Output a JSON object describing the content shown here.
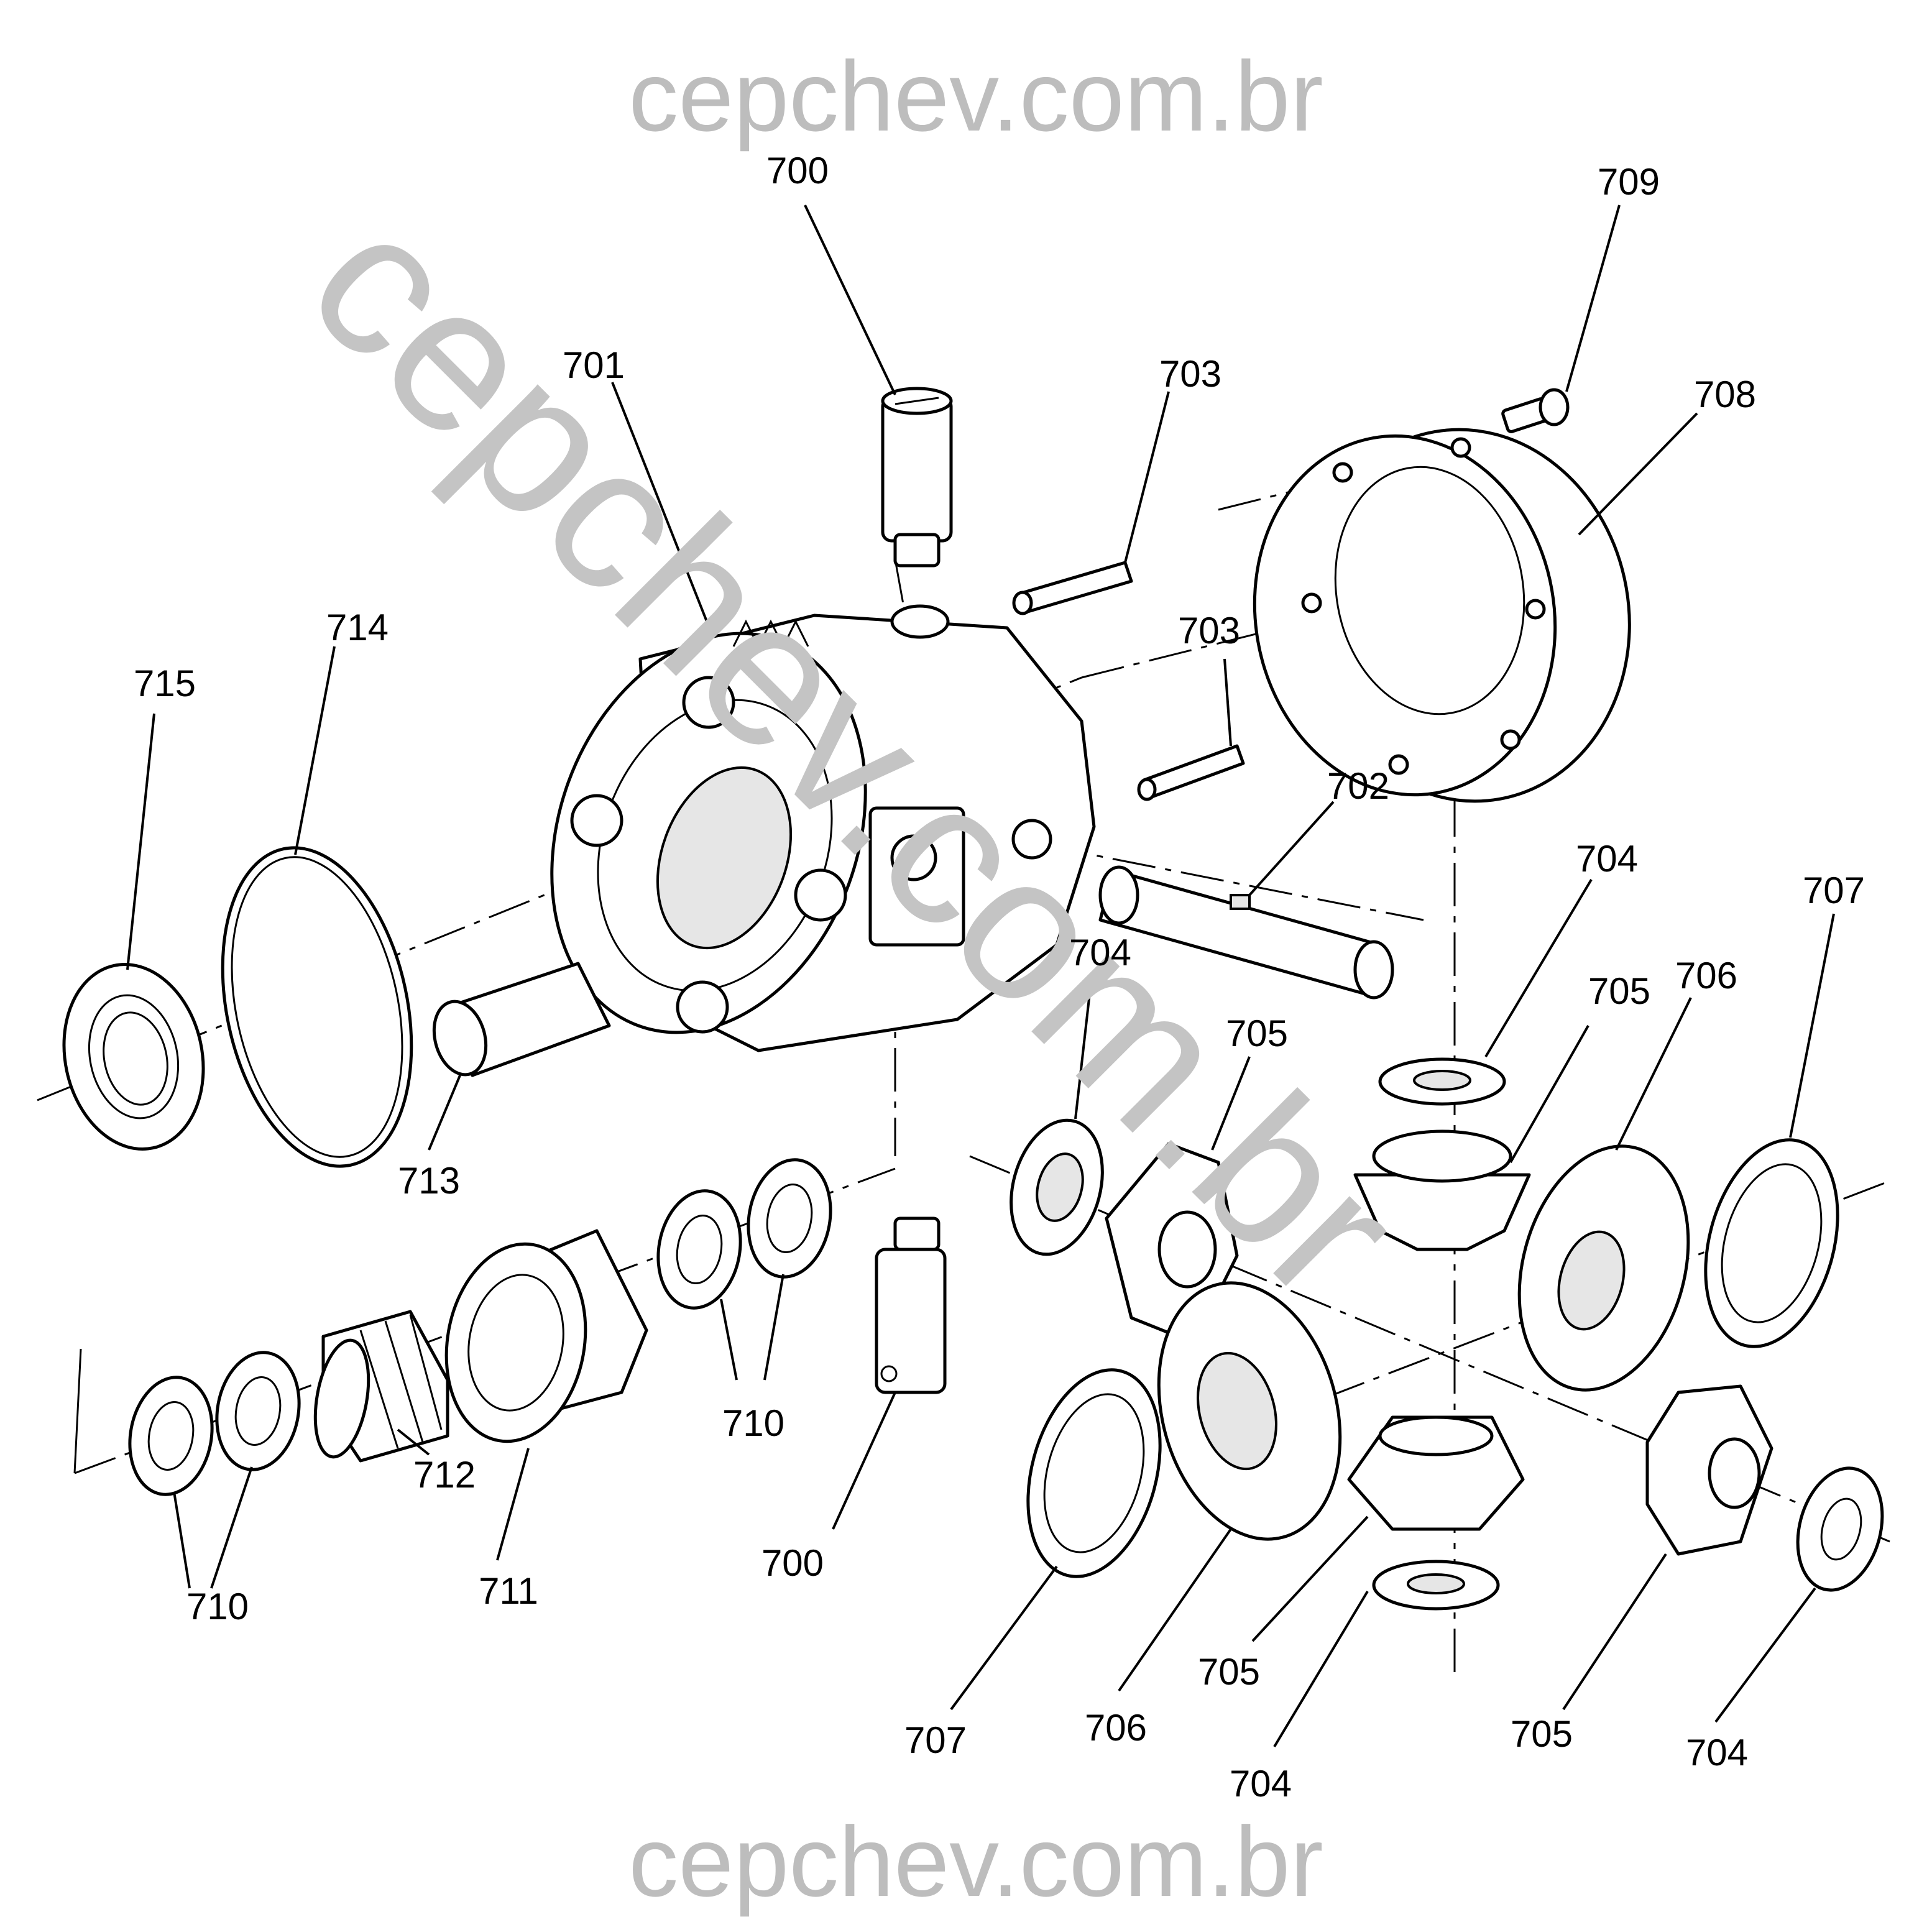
{
  "watermark": {
    "top": "cepchev.com.br",
    "bottom": "cepchev.com.br",
    "diagonal": "cepchev.com.br"
  },
  "callouts": [
    {
      "id": "c700a",
      "text": "700"
    },
    {
      "id": "c701",
      "text": "701"
    },
    {
      "id": "c703a",
      "text": "703"
    },
    {
      "id": "c703b",
      "text": "703"
    },
    {
      "id": "c709",
      "text": "709"
    },
    {
      "id": "c708",
      "text": "708"
    },
    {
      "id": "c714",
      "text": "714"
    },
    {
      "id": "c715",
      "text": "715"
    },
    {
      "id": "c702",
      "text": "702"
    },
    {
      "id": "c704a",
      "text": "704"
    },
    {
      "id": "c704b",
      "text": "704"
    },
    {
      "id": "c707a",
      "text": "707"
    },
    {
      "id": "c705a",
      "text": "705"
    },
    {
      "id": "c705b",
      "text": "705"
    },
    {
      "id": "c706a",
      "text": "706"
    },
    {
      "id": "c713",
      "text": "713"
    },
    {
      "id": "c710a",
      "text": "710"
    },
    {
      "id": "c710b",
      "text": "710"
    },
    {
      "id": "c712",
      "text": "712"
    },
    {
      "id": "c711",
      "text": "711"
    },
    {
      "id": "c700b",
      "text": "700"
    },
    {
      "id": "c707b",
      "text": "707"
    },
    {
      "id": "c706b",
      "text": "706"
    },
    {
      "id": "c705c",
      "text": "705"
    },
    {
      "id": "c704c",
      "text": "704"
    },
    {
      "id": "c705d",
      "text": "705"
    },
    {
      "id": "c704d",
      "text": "704"
    }
  ]
}
